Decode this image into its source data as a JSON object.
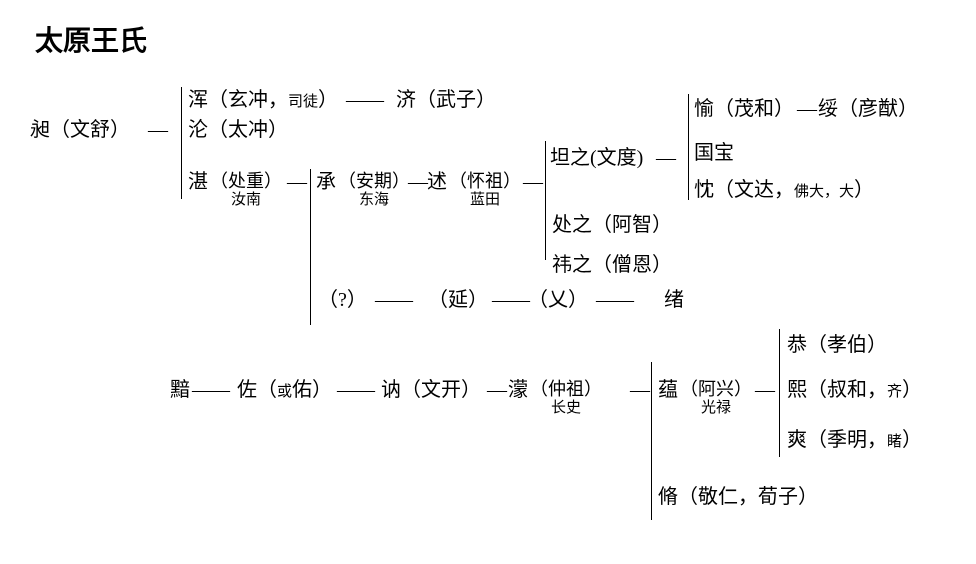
{
  "title": "太原王氏",
  "colors": {
    "line": "#000000",
    "text": "#000000",
    "background": "#ffffff"
  },
  "connectors": {
    "dash": "—",
    "double_dash": "——"
  },
  "nodes": {
    "chang": {
      "label": "昶（文舒）"
    },
    "hun": {
      "pre": "浑（玄冲，",
      "small": "司徒",
      "post": "）"
    },
    "ji": {
      "label": "济（武子）"
    },
    "lun": {
      "label": "沦（太冲）"
    },
    "zhan": {
      "main": "湛",
      "paren": "（处重）",
      "sub": "汝南"
    },
    "cheng": {
      "main": "承",
      "paren": "（安期）",
      "sub": "东海"
    },
    "shu": {
      "main": "述",
      "paren": "（怀祖）",
      "sub": "蓝田"
    },
    "tanzhi": {
      "label": "坦之(文度)"
    },
    "yu": {
      "label": "愉（茂和）"
    },
    "sui": {
      "label": "绥（彦猷）"
    },
    "guobao": {
      "label": "国宝"
    },
    "chen": {
      "pre": "忱（文达，",
      "small": "佛大，大",
      "post": "）"
    },
    "chuzhi": {
      "label": "处之（阿智）"
    },
    "weizhi": {
      "label": "祎之（僧恩）"
    },
    "unknown": {
      "label": "（?）"
    },
    "yan": {
      "label": "（延）"
    },
    "yi": {
      "label": "（乂）"
    },
    "xu": {
      "label": "绪"
    },
    "an": {
      "label": "黯"
    },
    "zuo": {
      "pre": "佐（",
      "small": "或",
      "post": "佑）"
    },
    "ne": {
      "label": "讷（文开）"
    },
    "meng": {
      "main": "濛",
      "paren": "（仲祖）",
      "sub": "长史"
    },
    "yun": {
      "main": "蕴",
      "paren": "（阿兴）",
      "sub": "光禄"
    },
    "gong": {
      "label": "恭（孝伯）"
    },
    "xi": {
      "pre": "熙（叔和，",
      "small": "齐",
      "post": "）"
    },
    "shuang": {
      "pre": "爽（季明，",
      "small": "睹",
      "post": "）"
    },
    "xiu": {
      "label": "脩（敬仁，荀子）"
    }
  }
}
